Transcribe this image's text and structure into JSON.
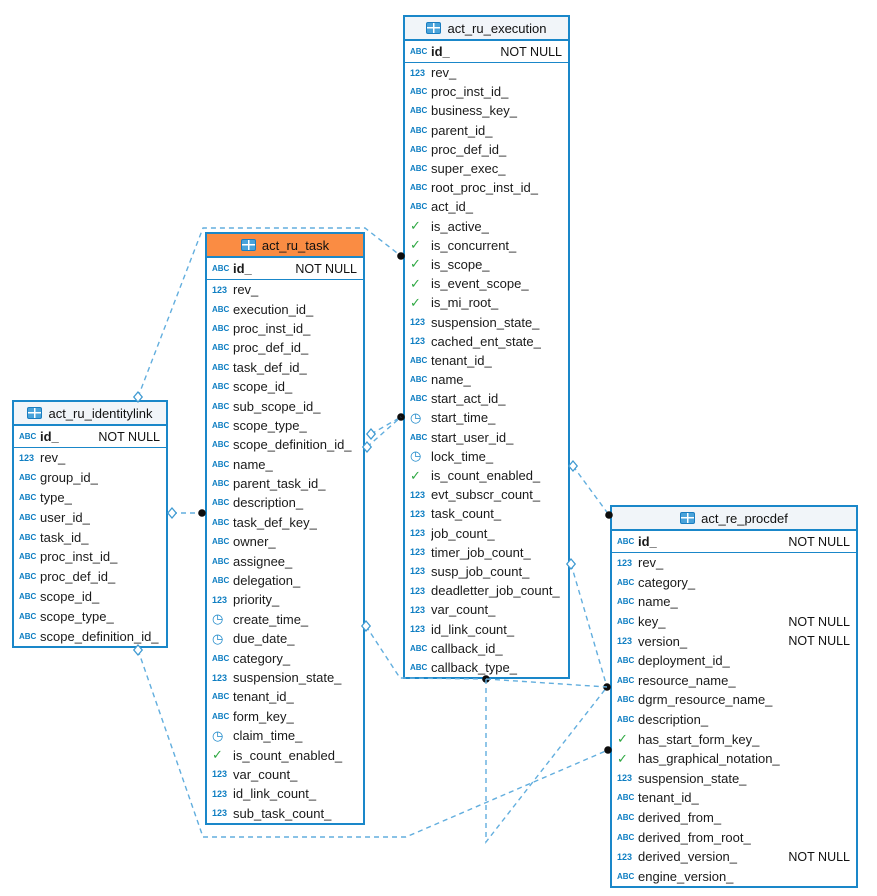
{
  "diagram": {
    "colors": {
      "table_border": "#1a87c9",
      "header_bg": "#f1f5f9",
      "task_header_bg": "#fa8c43",
      "edge_line": "#62aede",
      "type_icon_blue": "#0e7ec2",
      "boolean_green": "#2fa843",
      "endpoint_dot": "#0d0d0d"
    },
    "icon_legend": {
      "text": "ABC",
      "number": "123",
      "timestamp": "clock-icon",
      "boolean": "check-icon"
    },
    "tables": [
      {
        "name": "act_ru_execution",
        "header_variant": "default",
        "columns": [
          {
            "type": "text",
            "name": "id_",
            "constraint": "NOT NULL",
            "pk": true
          },
          {
            "type": "number",
            "name": "rev_",
            "constraint": ""
          },
          {
            "type": "text",
            "name": "proc_inst_id_",
            "constraint": ""
          },
          {
            "type": "text",
            "name": "business_key_",
            "constraint": ""
          },
          {
            "type": "text",
            "name": "parent_id_",
            "constraint": ""
          },
          {
            "type": "text",
            "name": "proc_def_id_",
            "constraint": ""
          },
          {
            "type": "text",
            "name": "super_exec_",
            "constraint": ""
          },
          {
            "type": "text",
            "name": "root_proc_inst_id_",
            "constraint": ""
          },
          {
            "type": "text",
            "name": "act_id_",
            "constraint": ""
          },
          {
            "type": "boolean",
            "name": "is_active_",
            "constraint": ""
          },
          {
            "type": "boolean",
            "name": "is_concurrent_",
            "constraint": ""
          },
          {
            "type": "boolean",
            "name": "is_scope_",
            "constraint": ""
          },
          {
            "type": "boolean",
            "name": "is_event_scope_",
            "constraint": ""
          },
          {
            "type": "boolean",
            "name": "is_mi_root_",
            "constraint": ""
          },
          {
            "type": "number",
            "name": "suspension_state_",
            "constraint": ""
          },
          {
            "type": "number",
            "name": "cached_ent_state_",
            "constraint": ""
          },
          {
            "type": "text",
            "name": "tenant_id_",
            "constraint": ""
          },
          {
            "type": "text",
            "name": "name_",
            "constraint": ""
          },
          {
            "type": "text",
            "name": "start_act_id_",
            "constraint": ""
          },
          {
            "type": "timestamp",
            "name": "start_time_",
            "constraint": ""
          },
          {
            "type": "text",
            "name": "start_user_id_",
            "constraint": ""
          },
          {
            "type": "timestamp",
            "name": "lock_time_",
            "constraint": ""
          },
          {
            "type": "boolean",
            "name": "is_count_enabled_",
            "constraint": ""
          },
          {
            "type": "number",
            "name": "evt_subscr_count_",
            "constraint": ""
          },
          {
            "type": "number",
            "name": "task_count_",
            "constraint": ""
          },
          {
            "type": "number",
            "name": "job_count_",
            "constraint": ""
          },
          {
            "type": "number",
            "name": "timer_job_count_",
            "constraint": ""
          },
          {
            "type": "number",
            "name": "susp_job_count_",
            "constraint": ""
          },
          {
            "type": "number",
            "name": "deadletter_job_count_",
            "constraint": ""
          },
          {
            "type": "number",
            "name": "var_count_",
            "constraint": ""
          },
          {
            "type": "number",
            "name": "id_link_count_",
            "constraint": ""
          },
          {
            "type": "text",
            "name": "callback_id_",
            "constraint": ""
          },
          {
            "type": "text",
            "name": "callback_type_",
            "constraint": ""
          }
        ]
      },
      {
        "name": "act_ru_task",
        "header_variant": "orange",
        "columns": [
          {
            "type": "text",
            "name": "id_",
            "constraint": "NOT NULL",
            "pk": true
          },
          {
            "type": "number",
            "name": "rev_",
            "constraint": ""
          },
          {
            "type": "text",
            "name": "execution_id_",
            "constraint": ""
          },
          {
            "type": "text",
            "name": "proc_inst_id_",
            "constraint": ""
          },
          {
            "type": "text",
            "name": "proc_def_id_",
            "constraint": ""
          },
          {
            "type": "text",
            "name": "task_def_id_",
            "constraint": ""
          },
          {
            "type": "text",
            "name": "scope_id_",
            "constraint": ""
          },
          {
            "type": "text",
            "name": "sub_scope_id_",
            "constraint": ""
          },
          {
            "type": "text",
            "name": "scope_type_",
            "constraint": ""
          },
          {
            "type": "text",
            "name": "scope_definition_id_",
            "constraint": ""
          },
          {
            "type": "text",
            "name": "name_",
            "constraint": ""
          },
          {
            "type": "text",
            "name": "parent_task_id_",
            "constraint": ""
          },
          {
            "type": "text",
            "name": "description_",
            "constraint": ""
          },
          {
            "type": "text",
            "name": "task_def_key_",
            "constraint": ""
          },
          {
            "type": "text",
            "name": "owner_",
            "constraint": ""
          },
          {
            "type": "text",
            "name": "assignee_",
            "constraint": ""
          },
          {
            "type": "text",
            "name": "delegation_",
            "constraint": ""
          },
          {
            "type": "number",
            "name": "priority_",
            "constraint": ""
          },
          {
            "type": "timestamp",
            "name": "create_time_",
            "constraint": ""
          },
          {
            "type": "timestamp",
            "name": "due_date_",
            "constraint": ""
          },
          {
            "type": "text",
            "name": "category_",
            "constraint": ""
          },
          {
            "type": "number",
            "name": "suspension_state_",
            "constraint": ""
          },
          {
            "type": "text",
            "name": "tenant_id_",
            "constraint": ""
          },
          {
            "type": "text",
            "name": "form_key_",
            "constraint": ""
          },
          {
            "type": "timestamp",
            "name": "claim_time_",
            "constraint": ""
          },
          {
            "type": "boolean",
            "name": "is_count_enabled_",
            "constraint": ""
          },
          {
            "type": "number",
            "name": "var_count_",
            "constraint": ""
          },
          {
            "type": "number",
            "name": "id_link_count_",
            "constraint": ""
          },
          {
            "type": "number",
            "name": "sub_task_count_",
            "constraint": ""
          }
        ]
      },
      {
        "name": "act_ru_identitylink",
        "header_variant": "default",
        "columns": [
          {
            "type": "text",
            "name": "id_",
            "constraint": "NOT NULL",
            "pk": true
          },
          {
            "type": "number",
            "name": "rev_",
            "constraint": ""
          },
          {
            "type": "text",
            "name": "group_id_",
            "constraint": ""
          },
          {
            "type": "text",
            "name": "type_",
            "constraint": ""
          },
          {
            "type": "text",
            "name": "user_id_",
            "constraint": ""
          },
          {
            "type": "text",
            "name": "task_id_",
            "constraint": ""
          },
          {
            "type": "text",
            "name": "proc_inst_id_",
            "constraint": ""
          },
          {
            "type": "text",
            "name": "proc_def_id_",
            "constraint": ""
          },
          {
            "type": "text",
            "name": "scope_id_",
            "constraint": ""
          },
          {
            "type": "text",
            "name": "scope_type_",
            "constraint": ""
          },
          {
            "type": "text",
            "name": "scope_definition_id_",
            "constraint": ""
          }
        ]
      },
      {
        "name": "act_re_procdef",
        "header_variant": "default",
        "columns": [
          {
            "type": "text",
            "name": "id_",
            "constraint": "NOT NULL",
            "pk": true
          },
          {
            "type": "number",
            "name": "rev_",
            "constraint": ""
          },
          {
            "type": "text",
            "name": "category_",
            "constraint": ""
          },
          {
            "type": "text",
            "name": "name_",
            "constraint": ""
          },
          {
            "type": "text",
            "name": "key_",
            "constraint": "NOT NULL"
          },
          {
            "type": "number",
            "name": "version_",
            "constraint": "NOT NULL"
          },
          {
            "type": "text",
            "name": "deployment_id_",
            "constraint": ""
          },
          {
            "type": "text",
            "name": "resource_name_",
            "constraint": ""
          },
          {
            "type": "text",
            "name": "dgrm_resource_name_",
            "constraint": ""
          },
          {
            "type": "text",
            "name": "description_",
            "constraint": ""
          },
          {
            "type": "boolean",
            "name": "has_start_form_key_",
            "constraint": ""
          },
          {
            "type": "boolean",
            "name": "has_graphical_notation_",
            "constraint": ""
          },
          {
            "type": "number",
            "name": "suspension_state_",
            "constraint": ""
          },
          {
            "type": "text",
            "name": "tenant_id_",
            "constraint": ""
          },
          {
            "type": "text",
            "name": "derived_from_",
            "constraint": ""
          },
          {
            "type": "text",
            "name": "derived_from_root_",
            "constraint": ""
          },
          {
            "type": "number",
            "name": "derived_version_",
            "constraint": "NOT NULL"
          },
          {
            "type": "text",
            "name": "engine_version_",
            "constraint": ""
          }
        ]
      }
    ]
  }
}
